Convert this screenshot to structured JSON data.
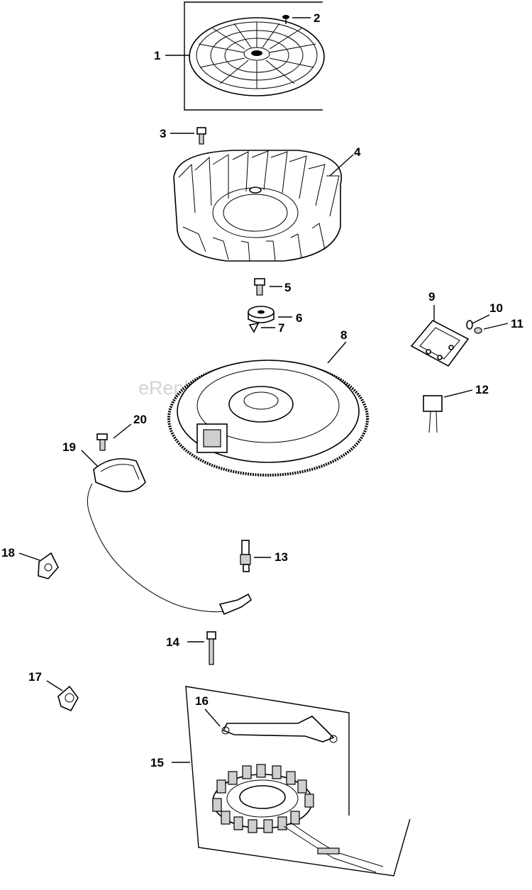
{
  "diagram": {
    "watermark": "eReplacementParts.com",
    "callouts": [
      "1",
      "2",
      "3",
      "4",
      "5",
      "6",
      "7",
      "8",
      "9",
      "10",
      "11",
      "12",
      "13",
      "14",
      "15",
      "16",
      "17",
      "18",
      "19",
      "20"
    ]
  }
}
